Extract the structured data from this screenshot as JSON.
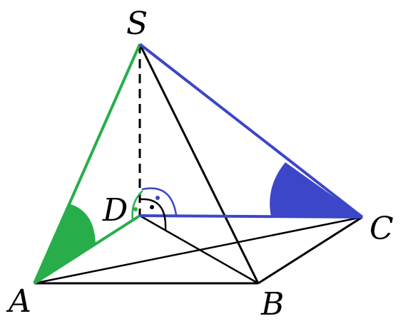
{
  "labels": {
    "S": "S",
    "A": "A",
    "B": "B",
    "C": "C",
    "D": "D"
  },
  "colors": {
    "green": "#27ae4a",
    "blue": "#3c46c8",
    "black": "#000000"
  }
}
